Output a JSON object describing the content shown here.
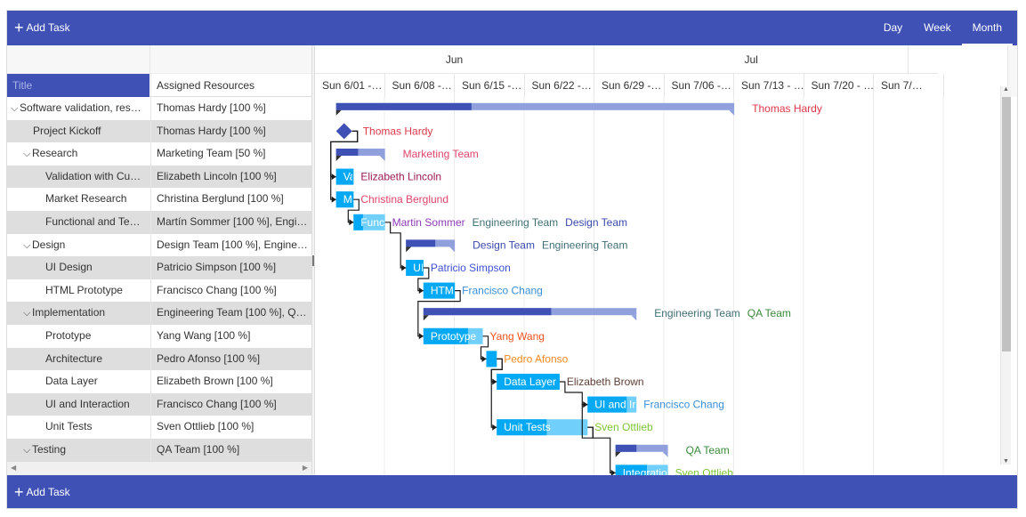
{
  "toolbar": {
    "add_task_label": "Add Task",
    "views": [
      "Day",
      "Week",
      "Month"
    ],
    "active_view": "Month"
  },
  "grid": {
    "col_title": "Title",
    "col_resources": "Assigned Resources",
    "rows": [
      {
        "title": "Software validation, res…",
        "resources": "Thomas Hardy [100 %]",
        "level": 0,
        "expandable": true
      },
      {
        "title": "Project Kickoff",
        "resources": "Thomas Hardy [100 %]",
        "level": 1,
        "expandable": false
      },
      {
        "title": "Research",
        "resources": "Marketing Team [50 %]",
        "level": 1,
        "expandable": true
      },
      {
        "title": "Validation with Cus…",
        "resources": "Elizabeth Lincoln [100 %]",
        "level": 2,
        "expandable": false
      },
      {
        "title": "Market Research",
        "resources": "Christina Berglund [100 %]",
        "level": 2,
        "expandable": false
      },
      {
        "title": "Functional and Te…",
        "resources": "Martín Sommer [100 %], Engi…",
        "level": 2,
        "expandable": false
      },
      {
        "title": "Design",
        "resources": "Design Team [100 %], Engine…",
        "level": 1,
        "expandable": true
      },
      {
        "title": "UI Design",
        "resources": "Patricio Simpson [100 %]",
        "level": 2,
        "expandable": false
      },
      {
        "title": "HTML Prototype",
        "resources": "Francisco Chang [100 %]",
        "level": 2,
        "expandable": false
      },
      {
        "title": "Implementation",
        "resources": "Engineering Team [100 %], Q…",
        "level": 1,
        "expandable": true
      },
      {
        "title": "Prototype",
        "resources": "Yang Wang [100 %]",
        "level": 2,
        "expandable": false
      },
      {
        "title": "Architecture",
        "resources": "Pedro Afonso [100 %]",
        "level": 2,
        "expandable": false
      },
      {
        "title": "Data Layer",
        "resources": "Elizabeth Brown [100 %]",
        "level": 2,
        "expandable": false
      },
      {
        "title": "UI and Interaction",
        "resources": "Francisco Chang [100 %]",
        "level": 2,
        "expandable": false
      },
      {
        "title": "Unit Tests",
        "resources": "Sven Ottlieb [100 %]",
        "level": 2,
        "expandable": false
      },
      {
        "title": "Testing",
        "resources": "QA Team [100 %]",
        "level": 1,
        "expandable": true
      }
    ]
  },
  "timeline": {
    "months": [
      {
        "label": "Jun",
        "weeks": 4
      },
      {
        "label": "Jul",
        "weeks": 4.5
      }
    ],
    "weeks": [
      "Sun 6/01 -…",
      "Sun 6/08 -…",
      "Sun 6/15 -…",
      "Sun 6/22 -…",
      "Sun 6/29 -…",
      "Sun 7/06 -…",
      "Sun 7/13 - …",
      "Sun 7/20 - …",
      "Sun 7/…"
    ]
  },
  "tasks": [
    {
      "kind": "summary",
      "start": 0.2,
      "end": 5.9,
      "progress": 0.34,
      "label": "",
      "resources": [
        {
          "name": "Thomas Hardy",
          "color": "#e0384a"
        }
      ]
    },
    {
      "kind": "milestone",
      "start": 0.2,
      "end": 0.2,
      "progress": 0,
      "label": "",
      "resources": [
        {
          "name": "Thomas Hardy",
          "color": "#e0384a"
        }
      ]
    },
    {
      "kind": "summary",
      "start": 0.2,
      "end": 0.9,
      "progress": 0.45,
      "label": "",
      "resources": [
        {
          "name": "Marketing Team",
          "color": "#e0446a"
        }
      ]
    },
    {
      "kind": "task",
      "start": 0.2,
      "end": 0.45,
      "progress": 1,
      "label": "Va",
      "resources": [
        {
          "name": "Elizabeth Lincoln",
          "color": "#9b1b56"
        }
      ]
    },
    {
      "kind": "task",
      "start": 0.2,
      "end": 0.45,
      "progress": 1,
      "label": "Ma",
      "resources": [
        {
          "name": "Christina Berglund",
          "color": "#e0446a"
        }
      ]
    },
    {
      "kind": "task",
      "start": 0.45,
      "end": 0.9,
      "progress": 0.3,
      "label": "Func",
      "resources": [
        {
          "name": "Martin Sommer",
          "color": "#8e3bb8"
        },
        {
          "name": "Engineering Team",
          "color": "#3f6e74"
        },
        {
          "name": "Design Team",
          "color": "#3949ab"
        }
      ]
    },
    {
      "kind": "summary",
      "start": 1.2,
      "end": 1.9,
      "progress": 0.6,
      "label": "",
      "resources": [
        {
          "name": "Design Team",
          "color": "#3949ab"
        },
        {
          "name": "Engineering Team",
          "color": "#3f6e74"
        }
      ]
    },
    {
      "kind": "task",
      "start": 1.2,
      "end": 1.45,
      "progress": 1,
      "label": "UI",
      "resources": [
        {
          "name": "Patricio Simpson",
          "color": "#3f51d5"
        }
      ]
    },
    {
      "kind": "task",
      "start": 1.45,
      "end": 1.9,
      "progress": 1,
      "label": "HTM",
      "resources": [
        {
          "name": "Francisco Chang",
          "color": "#3a8fd8"
        }
      ]
    },
    {
      "kind": "summary",
      "start": 1.45,
      "end": 4.5,
      "progress": 0.6,
      "label": "",
      "resources": [
        {
          "name": "Engineering Team",
          "color": "#3f6e74"
        },
        {
          "name": "QA Team",
          "color": "#3a8a3a"
        }
      ]
    },
    {
      "kind": "task",
      "start": 1.45,
      "end": 2.3,
      "progress": 0.75,
      "label": "Prototype",
      "resources": [
        {
          "name": "Yang Wang",
          "color": "#f4511e"
        }
      ]
    },
    {
      "kind": "task",
      "start": 2.35,
      "end": 2.5,
      "progress": 1,
      "label": "",
      "resources": [
        {
          "name": "Pedro Afonso",
          "color": "#f4881e"
        }
      ]
    },
    {
      "kind": "task",
      "start": 2.5,
      "end": 3.4,
      "progress": 1,
      "label": "Data Layer",
      "resources": [
        {
          "name": "Elizabeth Brown",
          "color": "#5d4037"
        }
      ]
    },
    {
      "kind": "task",
      "start": 3.8,
      "end": 4.5,
      "progress": 0.8,
      "label": "UI and Ir",
      "resources": [
        {
          "name": "Francisco Chang",
          "color": "#3a8fd8"
        }
      ]
    },
    {
      "kind": "task",
      "start": 2.5,
      "end": 3.8,
      "progress": 0.55,
      "label": "Unit Tests",
      "resources": [
        {
          "name": "Sven Ottlieb",
          "color": "#7cc435"
        }
      ]
    },
    {
      "kind": "summary",
      "start": 4.2,
      "end": 4.95,
      "progress": 0.4,
      "label": "",
      "resources": [
        {
          "name": "QA Team",
          "color": "#3a8a3a"
        }
      ]
    },
    {
      "kind": "task",
      "start": 4.2,
      "end": 4.95,
      "progress": 0.6,
      "label": "Integratio",
      "resources": [
        {
          "name": "Sven Ottlieb",
          "color": "#7cc435"
        }
      ]
    }
  ],
  "colors": {
    "accent": "#3f51b5",
    "summary_bar": "#3f51b5",
    "summary_bar_light": "#8fa0dd",
    "task_bar": "#03a9f4",
    "task_bar_light": "#71d0fb",
    "dependency": "#1a1a1a"
  }
}
